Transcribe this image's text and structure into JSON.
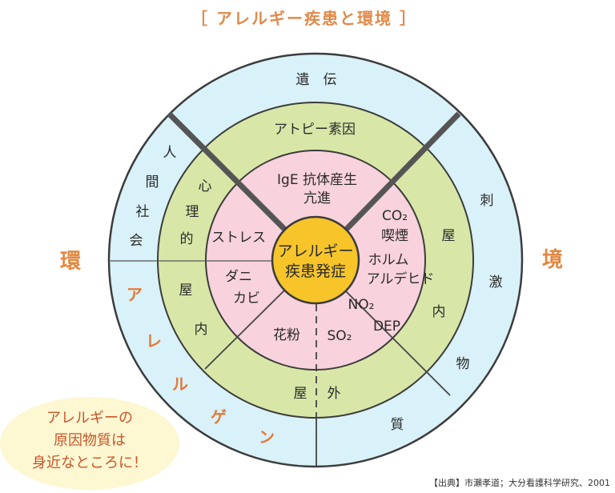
{
  "title": "［ アレルギー疾患と環境 ］",
  "side_labels": {
    "left": "環",
    "right": "境"
  },
  "center": {
    "line1": "アレルギー",
    "line2": "疾患発症"
  },
  "outer_ring": {
    "top": "遺　伝",
    "left": [
      "人",
      "間",
      "社",
      "会"
    ],
    "right": [
      "刺",
      "激",
      "物",
      "質"
    ],
    "allergen_label": [
      "ア",
      "レ",
      "ル",
      "ゲ",
      "ン"
    ]
  },
  "green_ring": {
    "top": "アトピー素因",
    "left_upper": [
      "心",
      "理",
      "的"
    ],
    "left_lower": [
      "屋",
      "内"
    ],
    "right": [
      "屋",
      "内"
    ],
    "bottom": [
      "屋",
      "外"
    ]
  },
  "pink_ring": {
    "top_line1": "IgE 抗体産生",
    "top_line2": "亢進",
    "left_upper": "ストレス",
    "left_lower_line1": "ダニ",
    "left_lower_line2": "カビ",
    "bottom_left": "花粉",
    "bottom_right": "SO₂",
    "right_items": [
      "CO₂",
      "喫煙",
      "ホルム",
      "アルデヒド"
    ],
    "right_lower_items": [
      "NO₂",
      "DEP"
    ]
  },
  "callout": {
    "lines": [
      "アレルギーの",
      "原因物質は",
      "身近なところに！"
    ]
  },
  "source": "【出典】市瀬孝道；大分看護科学研究、2001",
  "colors": {
    "outer": "#d9f1f8",
    "green": "#d8e7a8",
    "pink": "#f8d2dc",
    "center": "#f7c52a",
    "title": "#e08a4a",
    "accent": "#e37a3a",
    "callout_bg": "#fdf7d2",
    "line": "#3c3c3c",
    "thick_line": "#555555"
  }
}
